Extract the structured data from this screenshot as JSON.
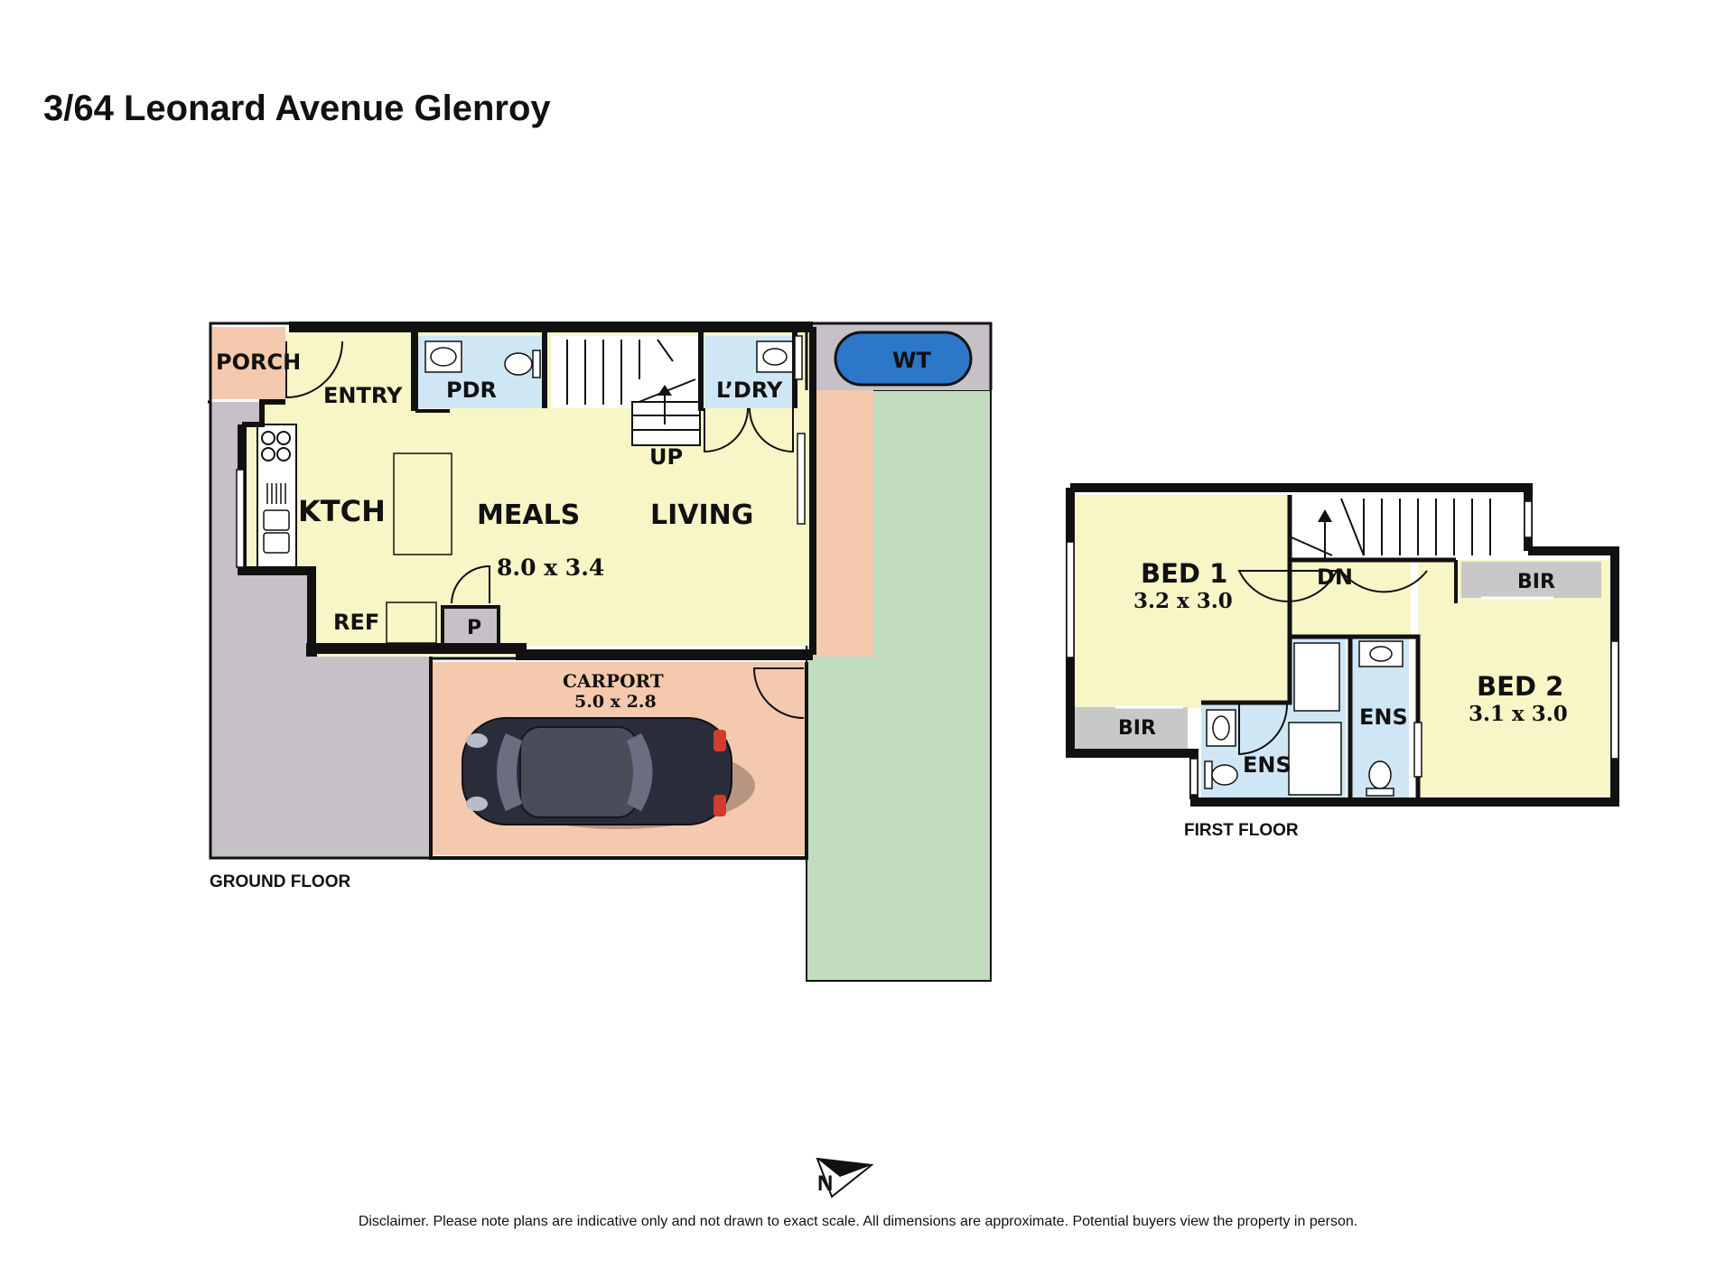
{
  "title": "3/64 Leonard Avenue Glenroy",
  "disclaimer": "Disclaimer. Please note plans are indicative only and not drawn to exact scale. All dimensions are approximate. Potential buyers view the property in person.",
  "colors": {
    "interior": "#f8f5c6",
    "wet_area": "#cfe6f5",
    "porch": "#f5c9ad",
    "garden": "#c2dcc0",
    "paving": "#c6c1c6",
    "wall": "#111111",
    "robe": "#c8c8c8",
    "tank": "#2c77c8"
  },
  "ground_floor": {
    "caption": "GROUND FLOOR",
    "porch": "PORCH",
    "entry": "ENTRY",
    "pdr": "PDR",
    "laundry": "L’DRY",
    "water_tank": "WT",
    "kitchen": "KTCH",
    "meals": "MEALS",
    "living": "LIVING",
    "living_dims": "8.0 x 3.4",
    "stairs": "UP",
    "fridge": "REF",
    "pantry": "P",
    "carport": "CARPORT",
    "carport_dims": "5.0 x 2.8"
  },
  "first_floor": {
    "caption": "FIRST FLOOR",
    "bed1": "BED 1",
    "bed1_dims": "3.2 x 3.0",
    "bed2": "BED 2",
    "bed2_dims": "3.1 x 3.0",
    "stairs": "DN",
    "bir_1": "BIR",
    "bir_2": "BIR",
    "ens_1": "ENS",
    "ens_2": "ENS"
  },
  "compass": {
    "label": "N",
    "icon": "north-arrow-icon"
  }
}
